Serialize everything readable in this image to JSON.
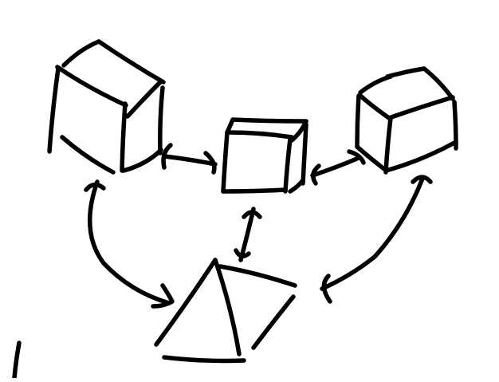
{
  "diagram": {
    "kind": "hand-drawn sketch",
    "stroke_color": "#000000",
    "background_color": "#ffffff",
    "shapes": [
      {
        "id": "left-cube",
        "shape": "cube"
      },
      {
        "id": "center-cube",
        "shape": "cube"
      },
      {
        "id": "right-cube",
        "shape": "cube"
      },
      {
        "id": "pyramid",
        "shape": "pyramid"
      }
    ],
    "connections": [
      {
        "id": "left-center",
        "from": "left-cube",
        "to": "center-cube",
        "style": "double-arrow"
      },
      {
        "id": "center-right",
        "from": "center-cube",
        "to": "right-cube",
        "style": "double-arrow"
      },
      {
        "id": "left-pyramid",
        "from": "left-cube",
        "to": "pyramid",
        "style": "double-arrow"
      },
      {
        "id": "center-pyramid",
        "from": "center-cube",
        "to": "pyramid",
        "style": "double-arrow"
      },
      {
        "id": "right-pyramid",
        "from": "right-cube",
        "to": "pyramid",
        "style": "double-arrow"
      }
    ]
  }
}
